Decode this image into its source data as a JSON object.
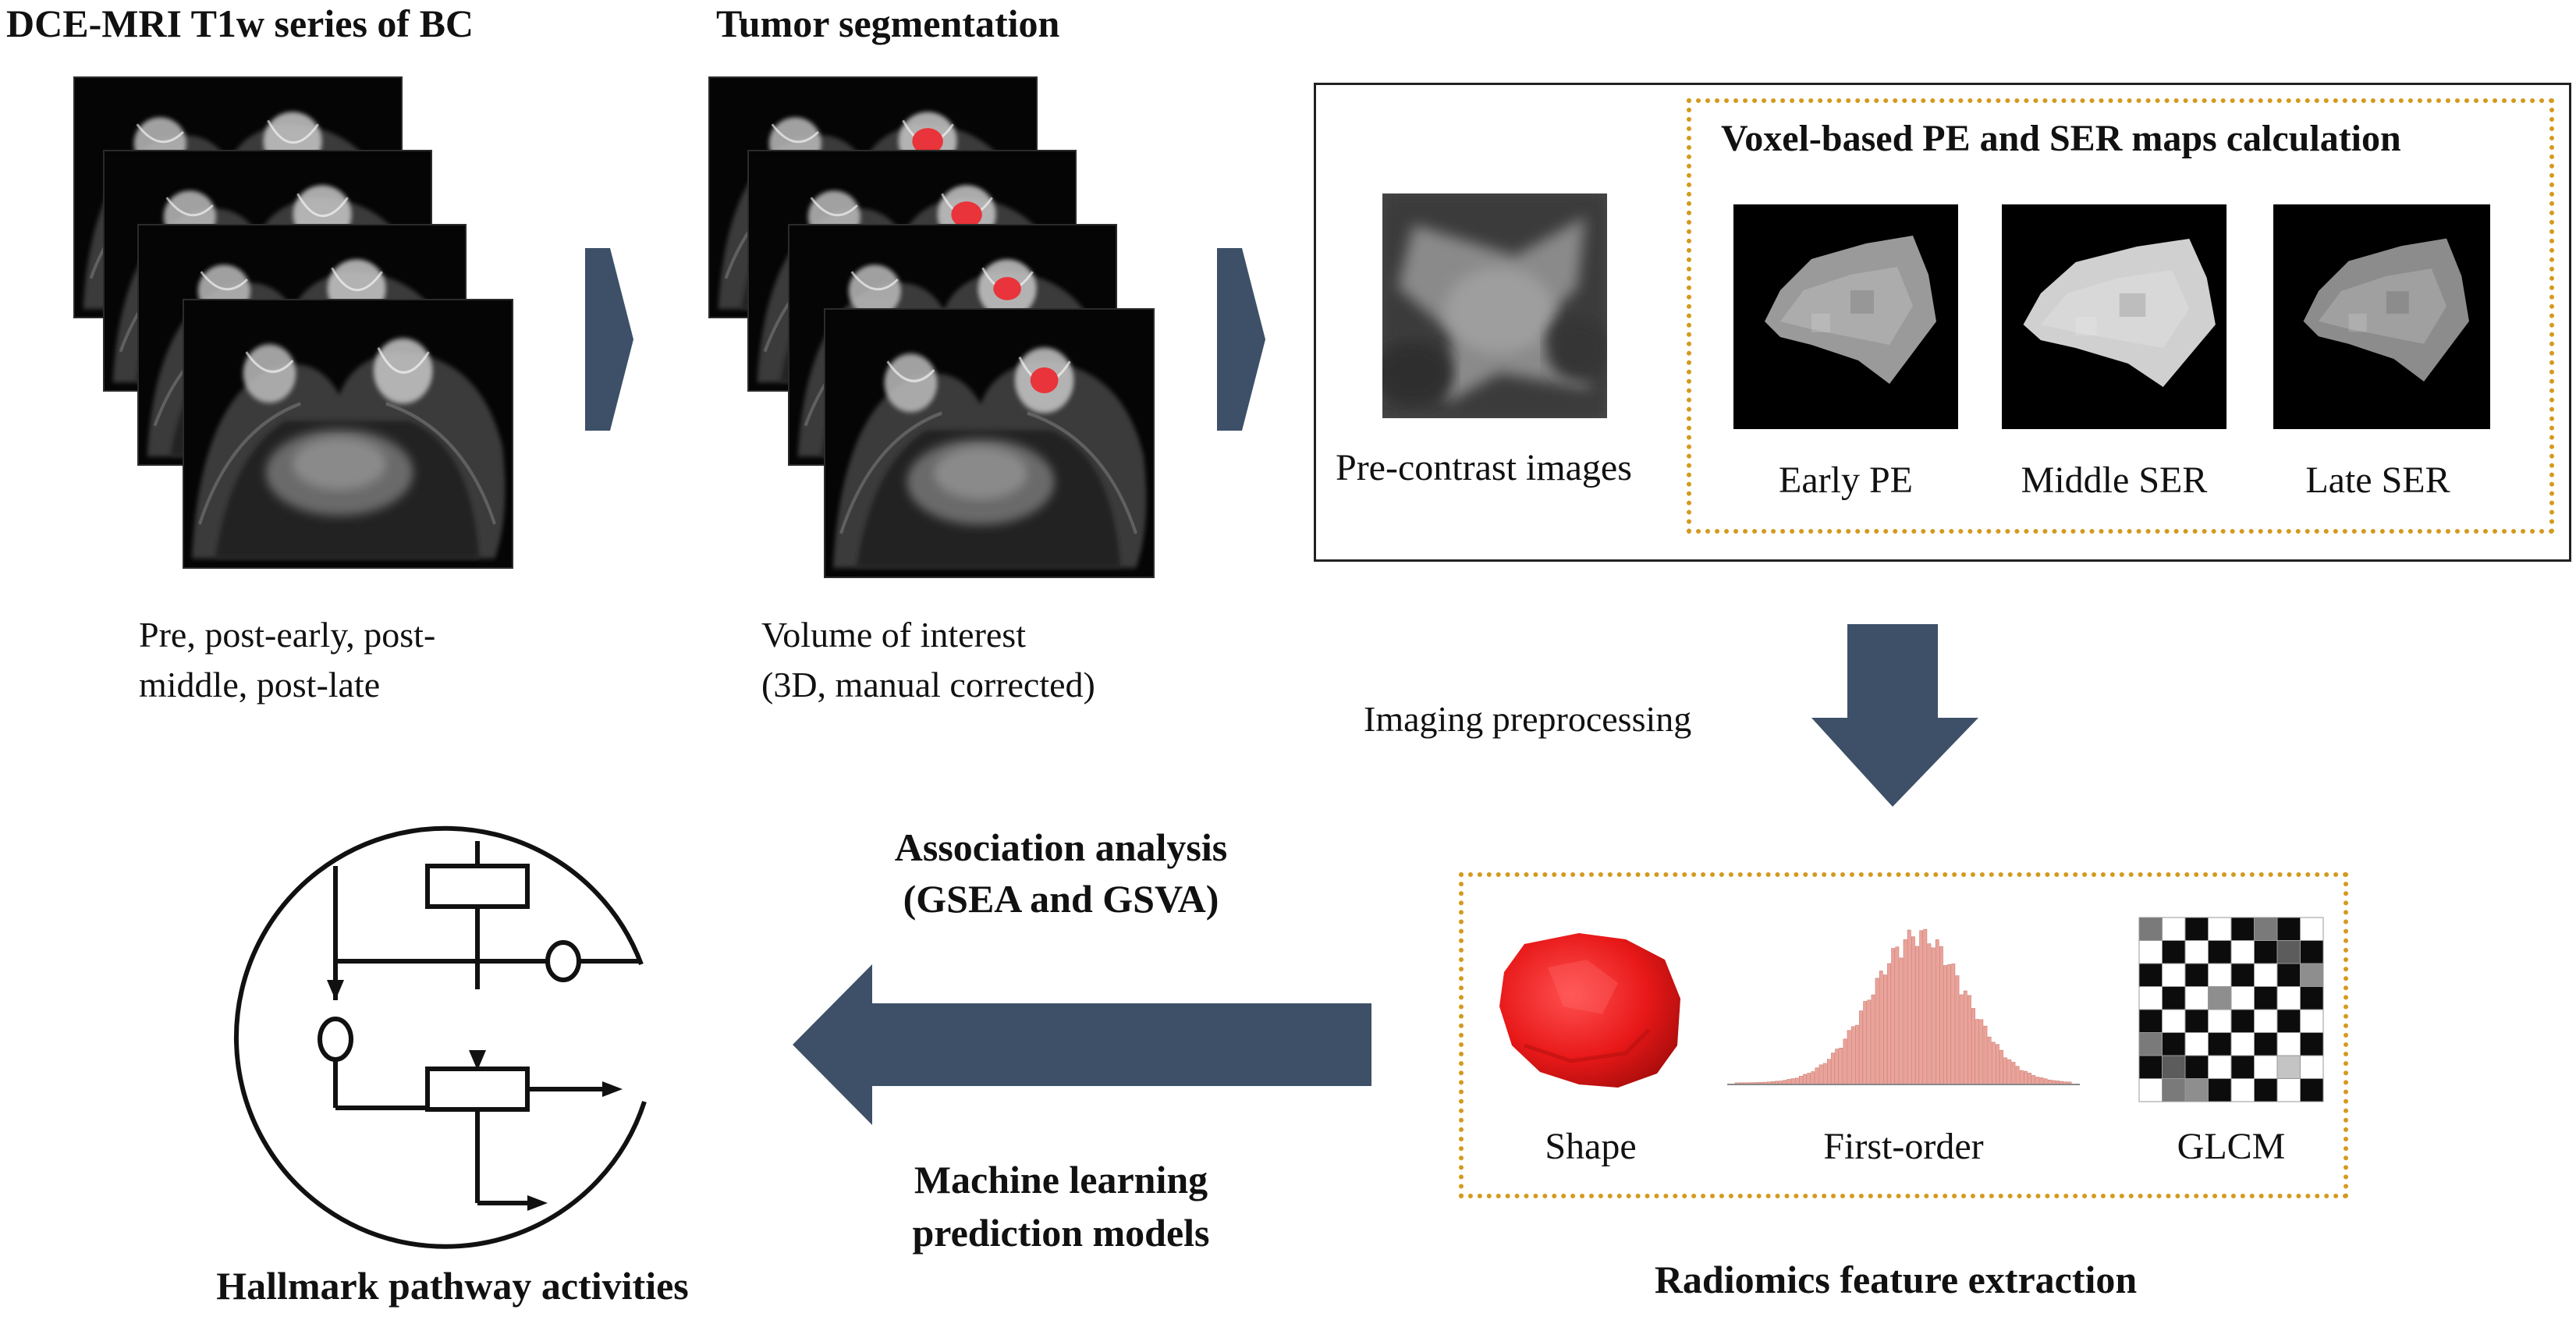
{
  "stage1": {
    "title": "DCE-MRI T1w series of BC",
    "caption_line1": "Pre, post-early, post-",
    "caption_line2": "middle, post-late"
  },
  "stage2": {
    "title": "Tumor segmentation",
    "caption_line1": "Volume of interest",
    "caption_line2": "(3D, manual corrected)"
  },
  "stage3": {
    "panel_title": "Voxel-based PE and SER maps calculation",
    "precontrast_label": "Pre-contrast images",
    "maps": [
      "Early PE",
      "Middle SER",
      "Late SER"
    ]
  },
  "preprocessing_label": "Imaging preprocessing",
  "radiomics": {
    "title": "Radiomics feature extraction",
    "features": [
      "Shape",
      "First-order",
      "GLCM"
    ]
  },
  "analysis": {
    "line1": "Association analysis",
    "line2": "(GSEA and GSVA)",
    "ml_line1": "Machine learning",
    "ml_line2": "prediction models"
  },
  "hallmark_title": "Hallmark pathway activities",
  "colors": {
    "arrow": "#3d5068",
    "dotted_border": "#d49a1e",
    "tumor": "#e8343a",
    "histogram": "#eda39a"
  }
}
